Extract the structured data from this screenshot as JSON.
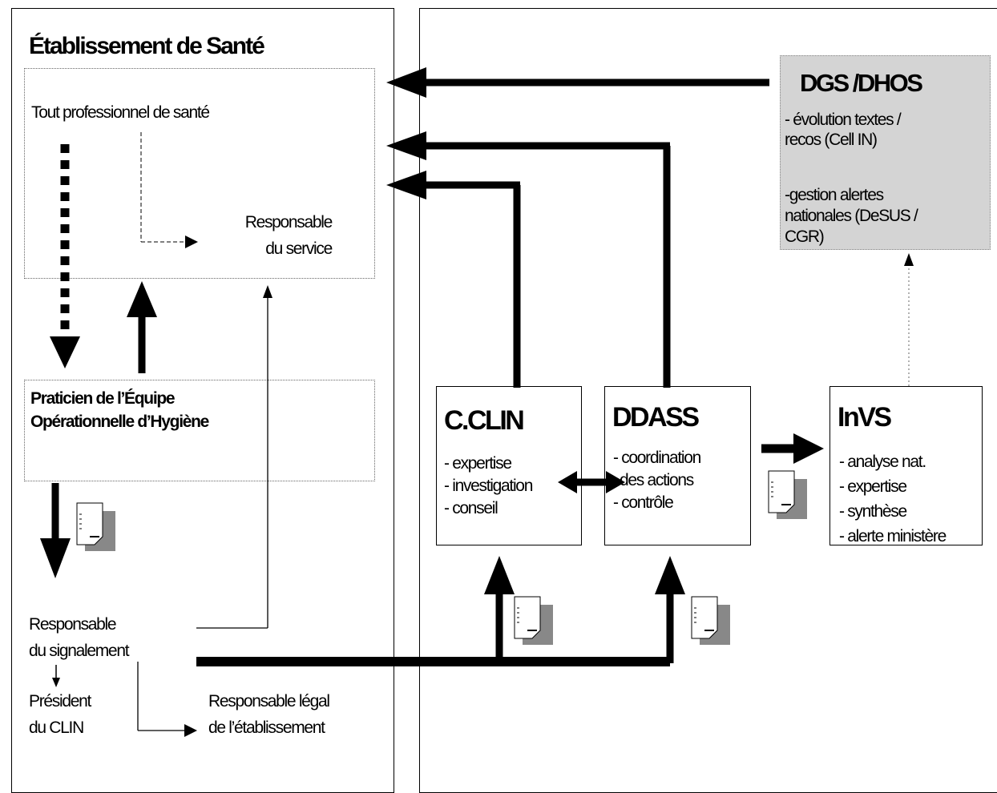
{
  "etablissement": {
    "title": "Établissement de Santé",
    "tout_professionnel": "Tout professionnel de santé",
    "responsable_service": [
      "Responsable",
      "du service"
    ],
    "praticien": [
      "Praticien de l’Équipe",
      "Opérationnelle d’Hygiène"
    ],
    "responsable_signalement": [
      "Responsable",
      "du signalement"
    ],
    "president_clin": [
      "Président",
      "du CLIN"
    ],
    "responsable_legal": [
      "Responsable légal",
      "de l’établissement"
    ]
  },
  "dgs": {
    "title": "DGS /DHOS",
    "lines": [
      "- évolution textes /",
      "recos (Cell IN)",
      "",
      "-gestion alertes",
      "nationales (DeSUS /",
      "CGR)"
    ],
    "fill": "#d4d4d4"
  },
  "cclin": {
    "title": "C.CLIN",
    "items": [
      "- expertise",
      "- investigation",
      "- conseil"
    ]
  },
  "ddass": {
    "title": "DDASS",
    "items": [
      "- coordination",
      "des actions",
      "- contrôle"
    ]
  },
  "invs": {
    "title": "InVS",
    "items": [
      "- analyse nat.",
      "- expertise",
      "- synthèse",
      "- alerte ministère"
    ]
  },
  "icons": [
    "document-icon"
  ]
}
